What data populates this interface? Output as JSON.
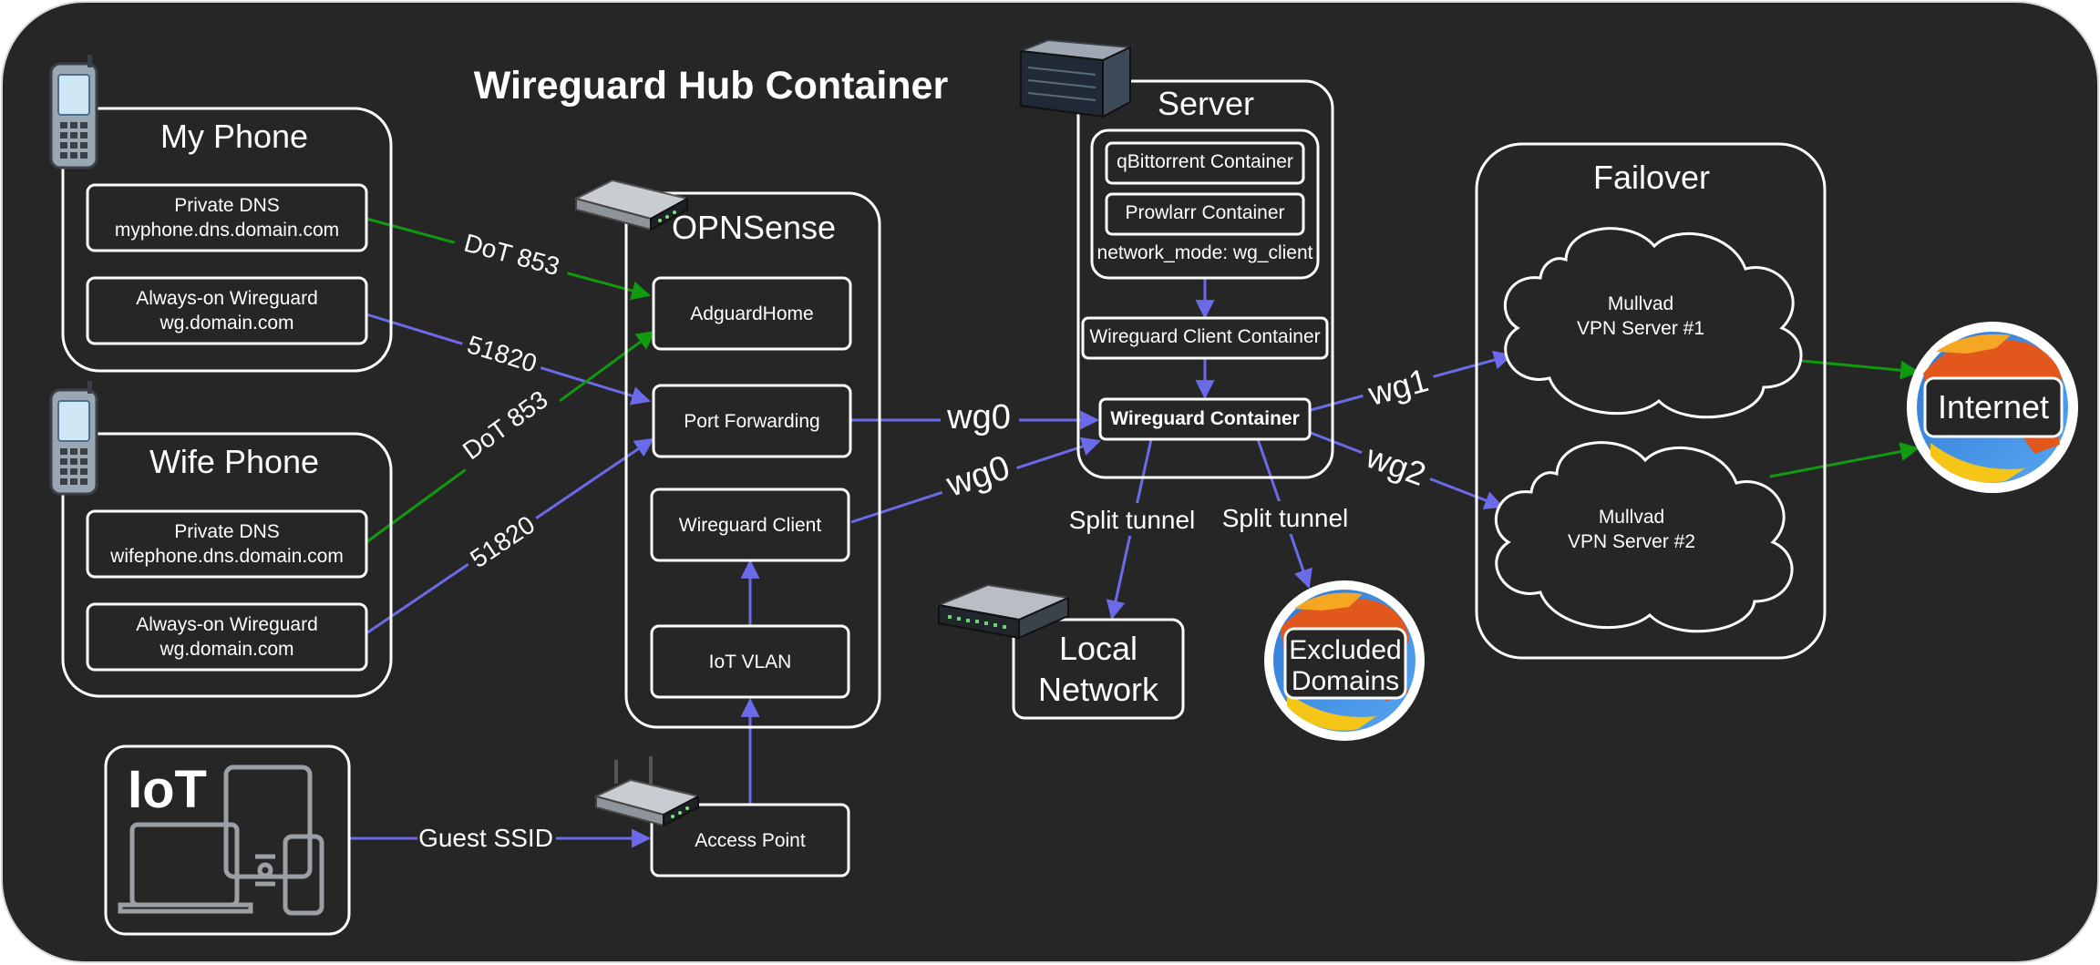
{
  "title": "Wireguard Hub Container",
  "colors": {
    "background": "#262626",
    "stroke": "#ffffff",
    "blue_link": "#6b6bea",
    "green_link": "#0f9a0f"
  },
  "my_phone": {
    "title": "My Phone",
    "dns_line1": "Private DNS",
    "dns_line2": "myphone.dns.domain.com",
    "wg_line1": "Always-on Wireguard",
    "wg_line2": "wg.domain.com"
  },
  "wife_phone": {
    "title": "Wife Phone",
    "dns_line1": "Private DNS",
    "dns_line2": "wifephone.dns.domain.com",
    "wg_line1": "Always-on Wireguard",
    "wg_line2": "wg.domain.com"
  },
  "iot": {
    "title": "IoT",
    "link_label": "Guest SSID"
  },
  "opnsense": {
    "title": "OPNSense",
    "adguard": "AdguardHome",
    "port_forwarding": "Port Forwarding",
    "wireguard_client": "Wireguard Client",
    "iot_vlan": "IoT VLAN",
    "access_point": "Access Point"
  },
  "server": {
    "title": "Server",
    "qbittorrent": "qBittorrent Container",
    "prowlarr": "Prowlarr Container",
    "network_mode": "network_mode: wg_client",
    "wg_client_container": "Wireguard Client Container",
    "wg_container": "Wireguard Container"
  },
  "failover": {
    "title": "Failover",
    "vpn1_line1": "Mullvad",
    "vpn1_line2": "VPN Server #1",
    "vpn2_line1": "Mullvad",
    "vpn2_line2": "VPN Server #2"
  },
  "internet": "Internet",
  "excluded": {
    "line1": "Excluded",
    "line2": "Domains"
  },
  "local_network": {
    "line1": "Local",
    "line2": "Network"
  },
  "links": {
    "dot853_a": "DoT 853",
    "port51820_a": "51820",
    "dot853_b": "DoT 853",
    "port51820_b": "51820",
    "wg0_a": "wg0",
    "wg0_b": "wg0",
    "wg1": "wg1",
    "wg2": "wg2",
    "split_left": "Split tunnel",
    "split_right": "Split tunnel"
  },
  "icons": [
    "mobile-phone-icon",
    "router-icon",
    "server-rack-icon",
    "network-switch-icon",
    "globe-icon",
    "iot-devices-icon"
  ]
}
